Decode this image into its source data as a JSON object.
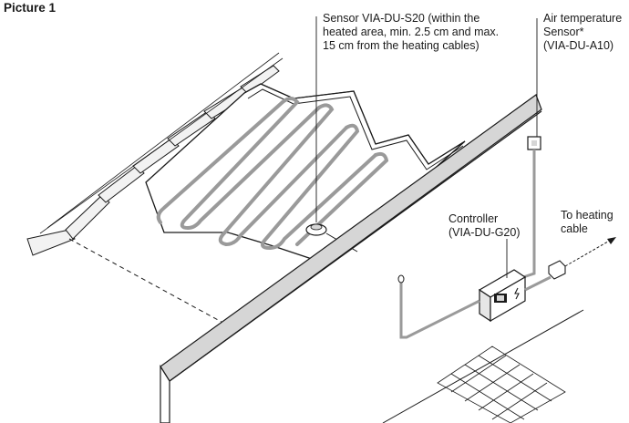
{
  "figure": {
    "title": "Picture 1"
  },
  "labels": {
    "sensor": {
      "lines": [
        "Sensor VIA-DU-S20 (within the",
        "heated area, min. 2.5 cm and max.",
        "15 cm from the heating cables)"
      ]
    },
    "air_sensor": {
      "lines": [
        "Air temperature",
        "Sensor*",
        "(VIA-DU-A10)"
      ]
    },
    "controller": {
      "lines": [
        "Controller",
        "(VIA-DU-G20)"
      ]
    },
    "heating_cable": {
      "lines": [
        "To heating",
        "cable"
      ]
    }
  },
  "colors": {
    "line": "#1a1a1a",
    "cable": "#9a9a9a",
    "wall": "#d6d6d6"
  }
}
